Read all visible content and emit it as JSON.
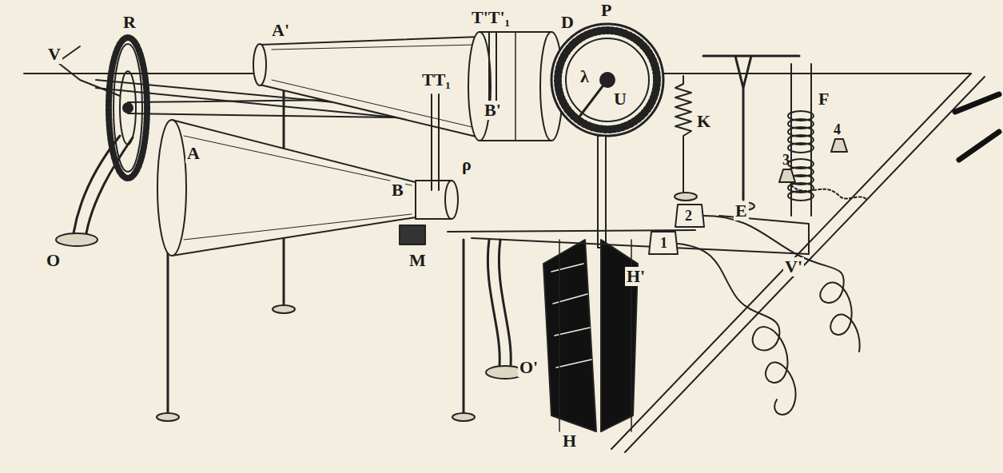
{
  "diagram": {
    "labels": [
      "R",
      "V",
      "A'",
      "T'T'₁",
      "D",
      "P",
      "K",
      "F",
      "TT₁",
      "B'",
      "A",
      "B",
      "ρ",
      "λ",
      "U",
      "M",
      "O",
      "O'",
      "H",
      "H'",
      "E",
      "V'",
      "1",
      "2",
      "3",
      "4"
    ]
  }
}
